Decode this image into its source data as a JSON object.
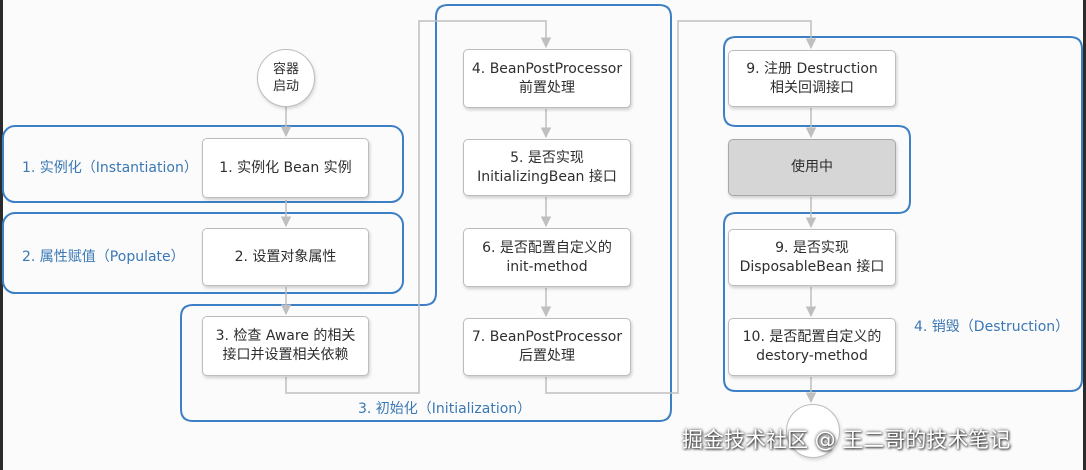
{
  "start": {
    "line1": "容器",
    "line2": "启动"
  },
  "phases": {
    "instantiation": "1. 实例化（Instantiation）",
    "populate": "2. 属性赋值（Populate）",
    "initialization": "3. 初始化（Initialization）",
    "destruction": "4. 销毁（Destruction）"
  },
  "steps": {
    "instantiate_bean": {
      "line1": "1. 实例化 Bean 实例"
    },
    "set_properties": {
      "line1": "2. 设置对象属性"
    },
    "check_aware": {
      "line1": "3. 检查 Aware 的相关",
      "line2": "接口并设置相关依赖"
    },
    "bpp_before": {
      "line1": "4. BeanPostProcessor",
      "line2": "前置处理"
    },
    "initializing_bean": {
      "line1": "5. 是否实现",
      "line2": "InitializingBean 接口"
    },
    "init_method": {
      "line1": "6. 是否配置自定义的",
      "line2": "init-method"
    },
    "bpp_after": {
      "line1": "7. BeanPostProcessor",
      "line2": "后置处理"
    },
    "register_destruction": {
      "line1": "9. 注册 Destruction",
      "line2": "相关回调接口"
    },
    "in_use": {
      "line1": "使用中"
    },
    "disposable_bean": {
      "line1": "9. 是否实现",
      "line2": "DisposableBean 接口"
    },
    "destroy_method": {
      "line1": "10. 是否配置自定义的",
      "line2": "destory-method"
    }
  },
  "watermark": "掘金技术社区 @ 王二哥的技术笔记",
  "colors": {
    "phase_border": "#3d7fc4",
    "phase_text": "#3a78b5",
    "connector": "#bfbfbf",
    "in_use_fill": "#d6d6d6"
  }
}
